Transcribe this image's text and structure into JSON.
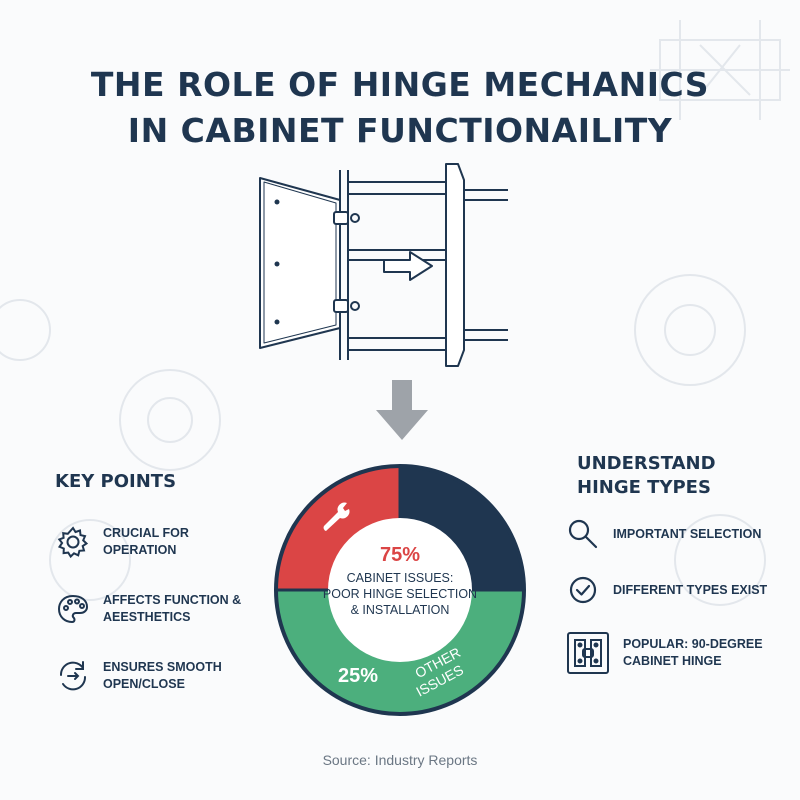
{
  "title": {
    "line1": "THE ROLE OF HINGE MECHANICS",
    "line2": "IN CABINET FUNCTIONAILITY"
  },
  "key_points": {
    "heading": "KEY POINTS",
    "items": [
      {
        "icon": "gear-icon",
        "label": "CRUCIAL FOR OPERATION"
      },
      {
        "icon": "palette-icon",
        "label": "AFFECTS FUNCTION & AEESTHETICS"
      },
      {
        "icon": "cycle-arrow-icon",
        "label": "ENSURES SMOOTH OPEN/CLOSE"
      }
    ]
  },
  "hinge_types": {
    "heading_line1": "UNDERSTAND",
    "heading_line2": "HINGE TYPES",
    "items": [
      {
        "icon": "magnifier-icon",
        "label": "IMPORTANT SELECTION"
      },
      {
        "icon": "check-circle-icon",
        "label": "DIFFERENT TYPES EXIST"
      },
      {
        "icon": "hinge-icon",
        "label": "POPULAR: 90-DEGREE CABINET HINGE"
      }
    ]
  },
  "chart_data": {
    "type": "pie",
    "style": "donut",
    "segments": [
      {
        "value": 75,
        "pct_label": "75%",
        "label_lines": [
          "CABINET ISSUES:",
          "POOR HINGE SELECTION",
          "& INSTALLATION"
        ],
        "colors": [
          "#db4545",
          "#1f3650"
        ]
      },
      {
        "value": 25,
        "pct_label": "25%",
        "label_lines": [
          "OTHER",
          "ISSUES"
        ],
        "colors": [
          "#4caf7d"
        ]
      }
    ],
    "colors": {
      "red": "#db4545",
      "navy": "#1f3650",
      "green": "#4caf7d"
    }
  },
  "source": "Source: Industry Reports"
}
